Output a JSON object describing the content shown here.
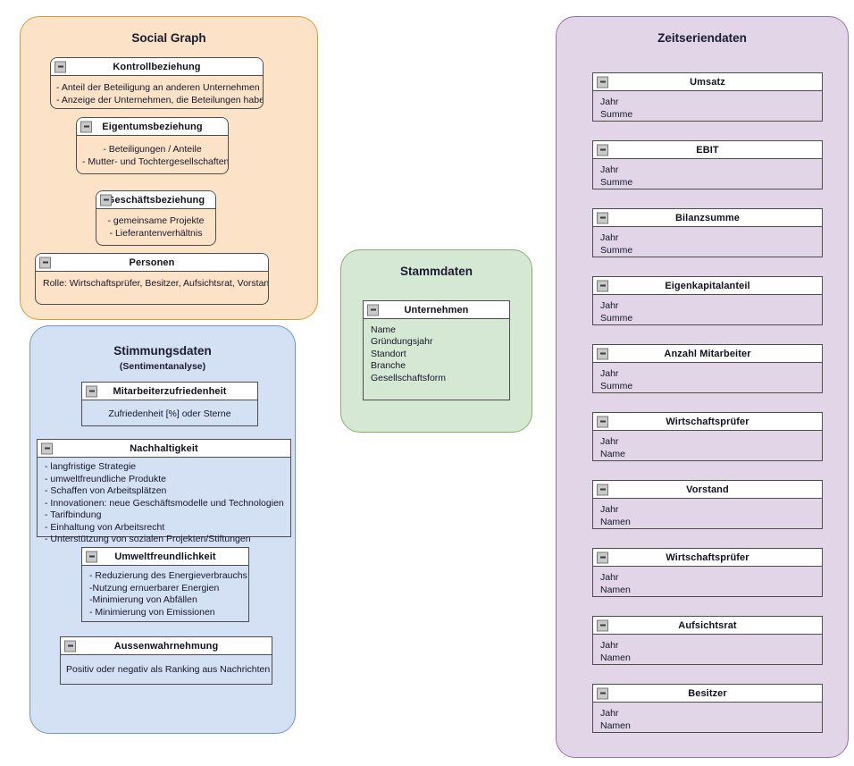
{
  "colors": {
    "social_fill": "#fce3c8",
    "social_border": "#d79b3b",
    "mood_fill": "#d4e1f5",
    "mood_border": "#6d96cf",
    "master_fill": "#d5e8d4",
    "master_border": "#82b366",
    "series_fill": "#e1d5e7",
    "series_border": "#9673a6",
    "box_border": "#4d4d4d",
    "box_header_fill": "#ffffff"
  },
  "social": {
    "title": "Social Graph",
    "boxes": [
      {
        "title": "Kontrollbeziehung",
        "icon": "collapse-minus-icon",
        "lines": [
          "- Anteil der Beteiligung an anderen Unternehmen",
          "- Anzeige der Unternehmen, die Beteilungen haben"
        ]
      },
      {
        "title": "Eigentumsbeziehung",
        "icon": "collapse-minus-icon",
        "lines": [
          "- Beteiligungen / Anteile",
          "- Mutter- und Tochtergesellschaften"
        ]
      },
      {
        "title": "Geschäftsbeziehung",
        "icon": "collapse-minus-icon",
        "lines": [
          "- gemeinsame Projekte",
          "- Lieferantenverhältnis"
        ]
      },
      {
        "title": "Personen",
        "icon": "collapse-minus-icon",
        "lines": [
          "Rolle: Wirtschaftsprüfer, Besitzer, Aufsichtsrat, Vorstand"
        ]
      }
    ]
  },
  "mood": {
    "title": "Stimmungsdaten",
    "subtitle": "(Sentimentanalyse)",
    "boxes": [
      {
        "title": "Mitarbeiterzufriedenheit",
        "icon": "collapse-minus-icon",
        "lines": [
          "Zufriedenheit [%] oder Sterne"
        ]
      },
      {
        "title": "Nachhaltigkeit",
        "icon": "collapse-minus-icon",
        "lines": [
          "- langfristige Strategie",
          "- umweltfreundliche Produkte",
          "- Schaffen von Arbeitsplätzen",
          "- Innovationen: neue Geschäftsmodelle und Technologien",
          "- Tarifbindung",
          "- Einhaltung von Arbeitsrecht",
          "- Unterstützung von sozialen Projekten/Stiftungen"
        ]
      },
      {
        "title": "Umweltfreundlichkeit",
        "icon": "collapse-minus-icon",
        "lines": [
          "- Reduzierung des Energieverbrauchs",
          "-Nutzung ernuerbarer Energien",
          "-Minimierung von Abfällen",
          "- Minimierung von Emissionen"
        ]
      },
      {
        "title": "Aussenwahrnehmung",
        "icon": "collapse-minus-icon",
        "lines": [
          "Positiv oder negativ als Ranking aus Nachrichten"
        ]
      }
    ]
  },
  "master": {
    "title": "Stammdaten",
    "boxes": [
      {
        "title": "Unternehmen",
        "icon": "collapse-minus-icon",
        "lines": [
          "Name",
          "Gründungsjahr",
          "Standort",
          "Branche",
          "Gesellschaftsform"
        ]
      }
    ]
  },
  "series": {
    "title": "Zeitseriendaten",
    "boxes": [
      {
        "title": "Umsatz",
        "icon": "collapse-minus-icon",
        "lines": [
          "Jahr",
          "Summe"
        ]
      },
      {
        "title": "EBIT",
        "icon": "collapse-minus-icon",
        "lines": [
          "Jahr",
          "Summe"
        ]
      },
      {
        "title": "Bilanzsumme",
        "icon": "collapse-minus-icon",
        "lines": [
          "Jahr",
          "Summe"
        ]
      },
      {
        "title": "Eigenkapitalanteil",
        "icon": "collapse-minus-icon",
        "lines": [
          "Jahr",
          "Summe"
        ]
      },
      {
        "title": "Anzahl Mitarbeiter",
        "icon": "collapse-minus-icon",
        "lines": [
          "Jahr",
          "Summe"
        ]
      },
      {
        "title": "Wirtschaftsprüfer",
        "icon": "collapse-minus-icon",
        "lines": [
          "Jahr",
          "Name"
        ]
      },
      {
        "title": "Vorstand",
        "icon": "collapse-minus-icon",
        "lines": [
          "Jahr",
          "Namen"
        ]
      },
      {
        "title": "Wirtschaftsprüfer",
        "icon": "collapse-minus-icon",
        "lines": [
          "Jahr",
          "Namen"
        ]
      },
      {
        "title": "Aufsichtsrat",
        "icon": "collapse-minus-icon",
        "lines": [
          "Jahr",
          "Namen"
        ]
      },
      {
        "title": "Besitzer",
        "icon": "collapse-minus-icon",
        "lines": [
          "Jahr",
          "Namen"
        ]
      }
    ]
  }
}
